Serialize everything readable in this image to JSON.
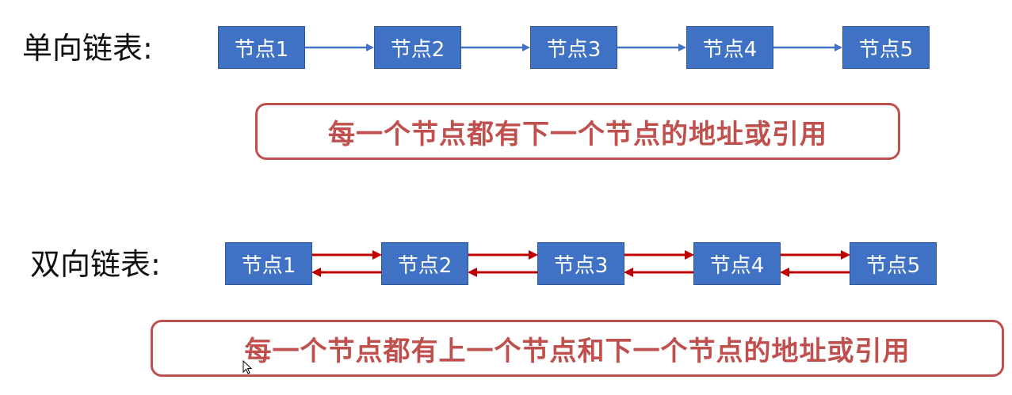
{
  "singly_linked": {
    "label": "单向链表:",
    "nodes": [
      "节点1",
      "节点2",
      "节点3",
      "节点4",
      "节点5"
    ],
    "note": "每一个节点都有下一个节点的地址或引用",
    "arrow_color": "#4472c4"
  },
  "doubly_linked": {
    "label": "双向链表:",
    "nodes": [
      "节点1",
      "节点2",
      "节点3",
      "节点4",
      "节点5"
    ],
    "note": "每一个节点都有上一个节点和下一个节点的地址或引用",
    "arrow_color": "#c00000"
  },
  "colors": {
    "node_fill": "#3f72c4",
    "note_border": "#c0504d",
    "note_text": "#c0504d"
  }
}
